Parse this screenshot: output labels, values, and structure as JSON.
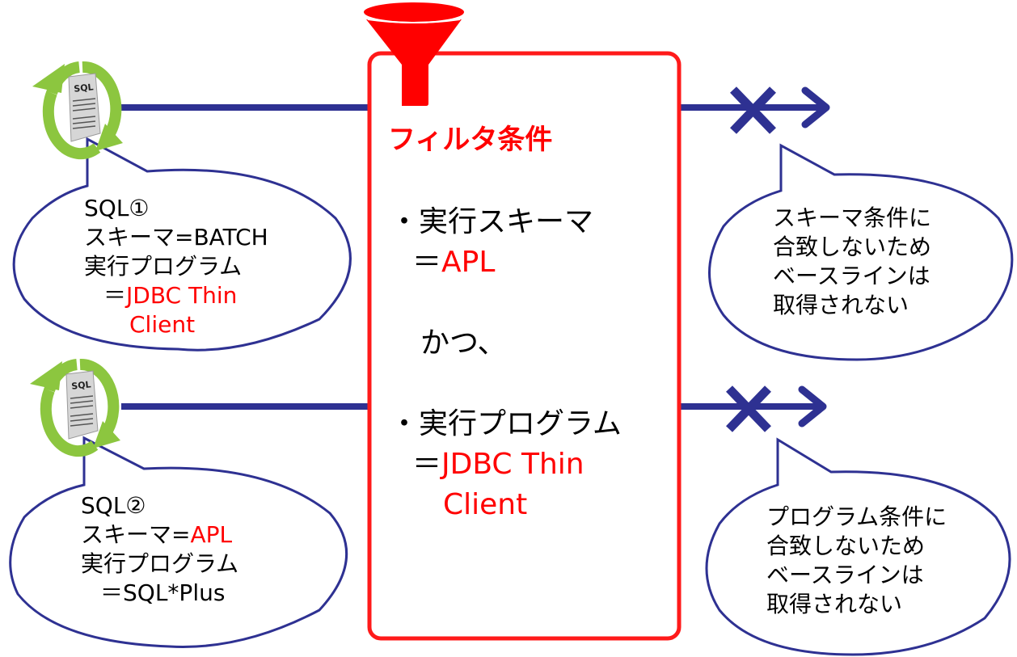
{
  "colors": {
    "line_navy": "#2e3192",
    "filter_red": "#ff0000",
    "cycle_green": "#8cc63f",
    "text_black": "#000000"
  },
  "filter_box": {
    "title": "フィルタ条件",
    "condition1_label": "・実行スキーマ",
    "condition1_eq": "＝",
    "condition1_value": "APL",
    "conjunction": "かつ、",
    "condition2_label": "・実行プログラム",
    "condition2_eq": "＝",
    "condition2_value_line1": "JDBC Thin",
    "condition2_value_line2": "Client"
  },
  "sql_items": [
    {
      "icon": "sql-document-cycle-icon",
      "title": "SQL①",
      "schema_label": "スキーマ=",
      "schema_value": "BATCH",
      "program_label": "実行プログラム",
      "program_eq": "＝",
      "program_value_line1": "JDBC Thin",
      "program_value_line2": "Client",
      "result": "スキーマ条件に|合致しないため|ベースラインは|取得されない",
      "result_lines": [
        "スキーマ条件に",
        "合致しないため",
        "ベースラインは",
        "取得されない"
      ]
    },
    {
      "icon": "sql-document-cycle-icon",
      "title": "SQL②",
      "schema_label": "スキーマ=",
      "schema_value": "APL",
      "program_label": "実行プログラム",
      "program_eq": "＝",
      "program_value_line1": "SQL*Plus",
      "result_lines": [
        "プログラム条件に",
        "合致しないため",
        "ベースラインは",
        "取得されない"
      ]
    }
  ],
  "icons": {
    "funnel": "funnel-icon",
    "blocked": "x-mark-icon",
    "arrow": "arrow-right-icon",
    "sql_doc_label": "SQL"
  }
}
